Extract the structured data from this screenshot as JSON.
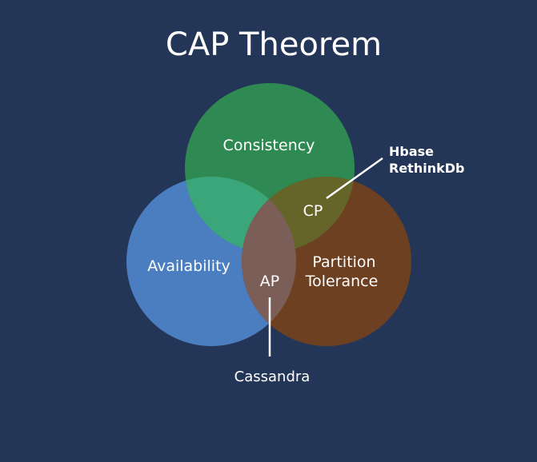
{
  "title": "CAP Theorem",
  "colors": {
    "background": "#243657",
    "consistency": "#2e8a52",
    "availability": "#4a7ec0",
    "partition": "#6e4022",
    "consistency_availability": "#3ba679",
    "consistency_partition": "#65652a",
    "availability_partition": "#7b5e58",
    "text": "#ffffff"
  },
  "circles": {
    "consistency": {
      "label": "Consistency"
    },
    "availability": {
      "label": "Availability"
    },
    "partition": {
      "label_line1": "Partition",
      "label_line2": "Tolerance"
    }
  },
  "intersections": {
    "cp": {
      "label": "CP",
      "databases": [
        "Hbase",
        "RethinkDb"
      ]
    },
    "ap": {
      "label": "AP",
      "databases": [
        "Cassandra"
      ]
    }
  }
}
